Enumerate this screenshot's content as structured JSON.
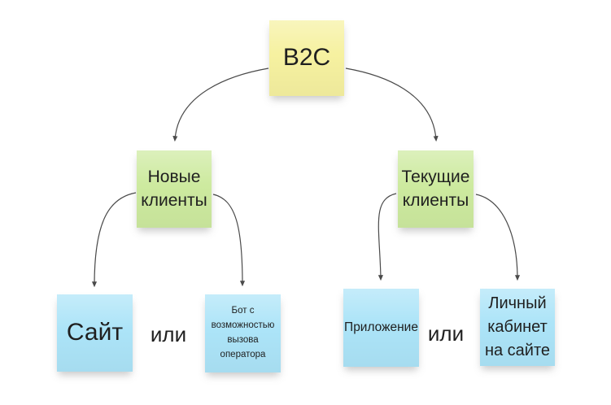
{
  "colors": {
    "background": "#ffffff",
    "note-yellow": "#f6f1a0",
    "note-green": "#cdea9f",
    "note-blue": "#ace4f8",
    "connector": "#4a4a4a",
    "text": "#1f1f1f"
  },
  "nodes": {
    "b2c": {
      "label": "B2C",
      "color": "yellow"
    },
    "new_clients": {
      "label": "Новые клиенты",
      "color": "green"
    },
    "current_clients": {
      "label": "Текущие клиенты",
      "color": "green"
    },
    "site": {
      "label": "Сайт",
      "color": "blue"
    },
    "bot": {
      "label": "Бот с возможностью вызова оператора",
      "color": "blue"
    },
    "app": {
      "label": "Приложение",
      "color": "blue"
    },
    "personal_account": {
      "label": "Личный кабинет на сайте",
      "color": "blue"
    }
  },
  "labels": {
    "or_left": "или",
    "or_right": "или"
  },
  "edges": [
    {
      "from": "b2c",
      "to": "new_clients"
    },
    {
      "from": "b2c",
      "to": "current_clients"
    },
    {
      "from": "new_clients",
      "to": "site"
    },
    {
      "from": "new_clients",
      "to": "bot"
    },
    {
      "from": "current_clients",
      "to": "app"
    },
    {
      "from": "current_clients",
      "to": "personal_account"
    }
  ]
}
